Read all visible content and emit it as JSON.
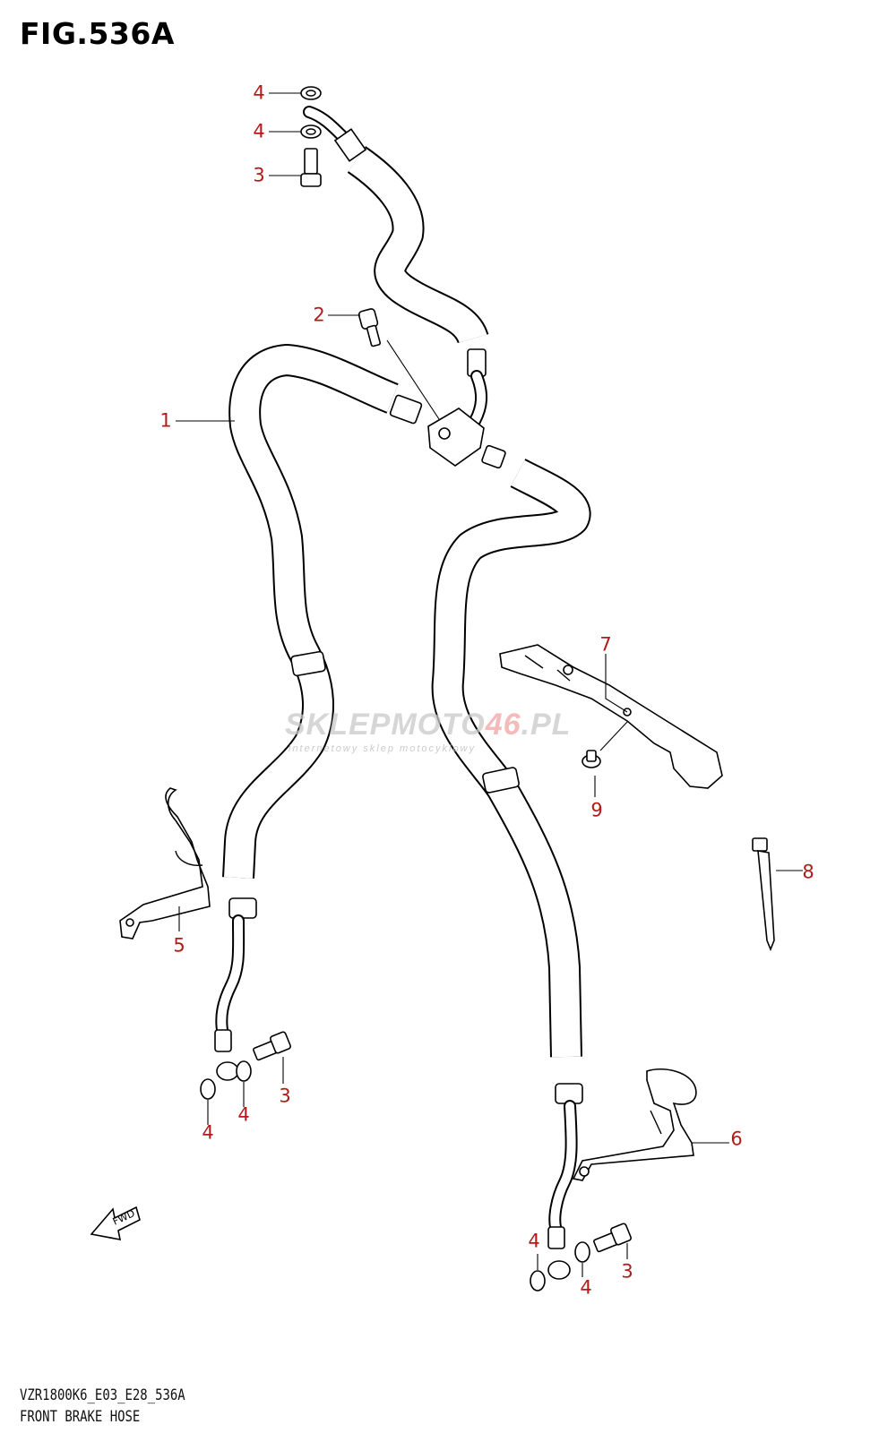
{
  "figure": {
    "title": "FIG.536A",
    "model_code": "VZR1800K6_E03_E28_536A",
    "part_title": "FRONT BRAKE HOSE"
  },
  "watermark": {
    "main_a": "SKLEPMOTO",
    "main_b": "46",
    "main_c": ".PL",
    "sub": "internetowy sklep motocyklowy"
  },
  "arrow_label": "FWD",
  "callouts": [
    {
      "id": "c-4a",
      "label": "4"
    },
    {
      "id": "c-4b",
      "label": "4"
    },
    {
      "id": "c-3a",
      "label": "3"
    },
    {
      "id": "c-2",
      "label": "2"
    },
    {
      "id": "c-1",
      "label": "1"
    },
    {
      "id": "c-7",
      "label": "7"
    },
    {
      "id": "c-9",
      "label": "9"
    },
    {
      "id": "c-8",
      "label": "8"
    },
    {
      "id": "c-5",
      "label": "5"
    },
    {
      "id": "c-3b",
      "label": "3"
    },
    {
      "id": "c-4c",
      "label": "4"
    },
    {
      "id": "c-4d",
      "label": "4"
    },
    {
      "id": "c-6",
      "label": "6"
    },
    {
      "id": "c-4e",
      "label": "4"
    },
    {
      "id": "c-4f",
      "label": "4"
    },
    {
      "id": "c-3c",
      "label": "3"
    }
  ],
  "colors": {
    "callout": "#b31b1b",
    "line": "#000000",
    "watermark": "#c9c9c9"
  }
}
